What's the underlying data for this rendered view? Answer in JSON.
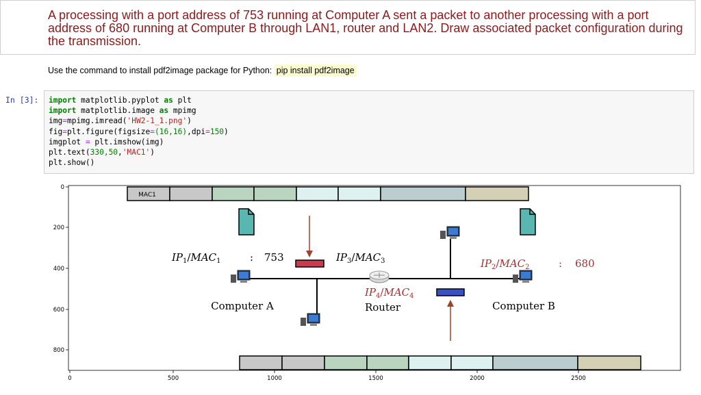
{
  "question": {
    "text": "A processing with a port address of 753 running at Computer A sent a packet to another processing with a port address of 680 running at Computer B through LAN1, router and LAN2. Draw associated packet configuration during the transmission."
  },
  "install_note": {
    "prefix": "Use the command to install pdf2image package for Python:",
    "command": "pip install pdf2image"
  },
  "cell": {
    "prompt": "In [3]:",
    "code": {
      "l1_kw1": "import",
      "l1_mod": " matplotlib.pyplot ",
      "l1_kw2": "as",
      "l1_alias": " plt",
      "l2_kw1": "import",
      "l2_mod": " matplotlib.image ",
      "l2_kw2": "as",
      "l2_alias": " mpimg",
      "l3_pre": "img",
      "l3_eq": "=",
      "l3_call": "mpimg.imread(",
      "l3_str": "'HW2-1_1.png'",
      "l3_end": ")",
      "l4_pre": "fig",
      "l4_eq": "=",
      "l4_call": "plt.figure(figsize",
      "l4_eq2": "=",
      "l4_args": "(16,16)",
      "l4_mid": ",dpi",
      "l4_eq3": "=",
      "l4_num": "150",
      "l4_end": ")",
      "l5_pre": "imgplot ",
      "l5_eq": "=",
      "l5_call": " plt.imshow(img)",
      "l6_call": "plt.text(",
      "l6_nums": "330,50",
      "l6_comma": ",",
      "l6_str": "'MAC1'",
      "l6_end": ")",
      "l7": "plt.show()"
    }
  },
  "plot": {
    "y_ticks": [
      "0",
      "200",
      "400",
      "600",
      "800"
    ],
    "x_ticks": [
      "0",
      "500",
      "1000",
      "1500",
      "2000",
      "2500"
    ],
    "mac1_label": "MAC1",
    "pc_a_addr": {
      "ip": "IP",
      "ip_sub": "1",
      "mac": "MAC",
      "mac_sub": "1",
      "sep": ":",
      "port": "753"
    },
    "pc_b_addr": {
      "ip": "IP",
      "ip_sub": "2",
      "mac": "MAC",
      "mac_sub": "2",
      "sep": ":",
      "port": "680"
    },
    "router_top_addr": {
      "ip": "IP",
      "ip_sub": "3",
      "mac": "MAC",
      "mac_sub": "3"
    },
    "router_bottom_addr": {
      "ip": "IP",
      "ip_sub": "4",
      "mac": "MAC",
      "mac_sub": "4"
    },
    "computer_a_label": "Computer A",
    "router_label": "Router",
    "computer_b_label": "Computer B",
    "colors": {
      "seg_gray": "#c8c8c8",
      "seg_green": "#b9d5bf",
      "seg_lightcyan": "#def1f1",
      "seg_steel": "#bccdd0",
      "seg_khaki": "#d4d0b6",
      "doc_teal": "#5ab6b0",
      "red_arrow": "#a0422a",
      "red_label": "#a83030",
      "red_box": "#c83c50",
      "blue_box": "#3b50c8"
    }
  }
}
